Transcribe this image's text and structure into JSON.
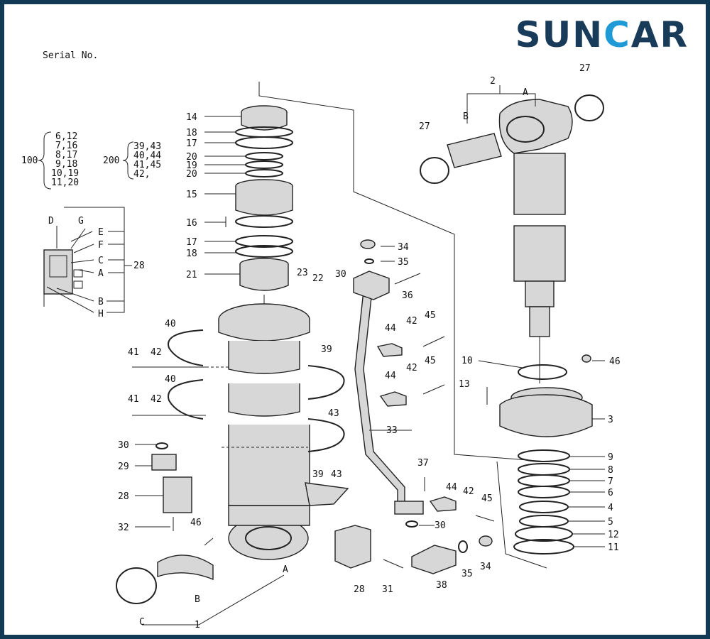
{
  "brand": {
    "logo_prefix": "SUN",
    "logo_c": "C",
    "logo_suffix": "AR"
  },
  "header_text": "Serial No.",
  "kits": {
    "kit100": {
      "number": "100",
      "items": [
        "6,12",
        "7,16",
        "8,17",
        "9,18",
        "10,19",
        "11,20"
      ]
    },
    "kit200": {
      "number": "200",
      "items": [
        "39,43",
        "40,44",
        "41,45",
        "42,"
      ]
    }
  },
  "callouts": {
    "c1": "1",
    "c2": "2",
    "c3": "3",
    "c4": "4",
    "c5": "5",
    "c6": "6",
    "c7": "7",
    "c8": "8",
    "c9": "9",
    "c10": "10",
    "c11": "11",
    "c12": "12",
    "c13": "13",
    "c14": "14",
    "c15": "15",
    "c16": "16",
    "c17a": "17",
    "c17b": "17",
    "c18a": "18",
    "c18b": "18",
    "c19": "19",
    "c20a": "20",
    "c20b": "20",
    "c21": "21",
    "c22": "22",
    "c23": "23",
    "c27a": "27",
    "c27b": "27",
    "c28a": "28",
    "c28b": "28",
    "c28c": "28",
    "c29": "29",
    "c30a": "30",
    "c30b": "30",
    "c30c": "30",
    "c31": "31",
    "c32": "32",
    "c33": "33",
    "c34a": "34",
    "c34b": "34",
    "c35a": "35",
    "c35b": "35",
    "c36": "36",
    "c37": "37",
    "c38": "38",
    "c39a": "39",
    "c39b": "39",
    "c40a": "40",
    "c40b": "40",
    "c41a": "41",
    "c41b": "41",
    "c42a": "42",
    "c42b": "42",
    "c42c": "42",
    "c42d": "42",
    "c43a": "43",
    "c43b": "43",
    "c44a": "44",
    "c44b": "44",
    "c44c": "44",
    "c45a": "45",
    "c45b": "45",
    "c45c": "45",
    "c46a": "46",
    "c46b": "46",
    "lA1": "A",
    "lB1": "B",
    "lC1": "C",
    "lA2": "A",
    "lB2": "B",
    "vD": "D",
    "vG": "G",
    "vE": "E",
    "vF": "F",
    "vC": "C",
    "vA": "A",
    "vB": "B",
    "vH": "H"
  }
}
